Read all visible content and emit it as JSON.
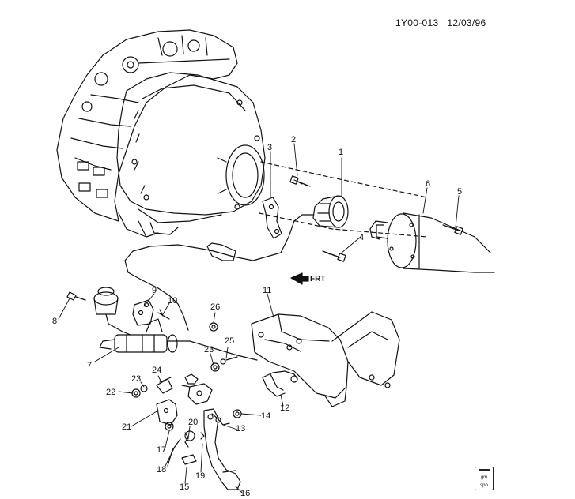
{
  "header": {
    "doc_id": "1Y00-013",
    "date": "12/03/96"
  },
  "direction_label": "FRT",
  "callouts": [
    "1",
    "2",
    "3",
    "4",
    "5",
    "6",
    "7",
    "8",
    "9",
    "10",
    "11",
    "12",
    "13",
    "14",
    "15",
    "16",
    "17",
    "18",
    "19",
    "20",
    "21",
    "22",
    "23",
    "23",
    "24",
    "25",
    "26"
  ],
  "badge": {
    "line1": "gm",
    "line2": "spo"
  }
}
